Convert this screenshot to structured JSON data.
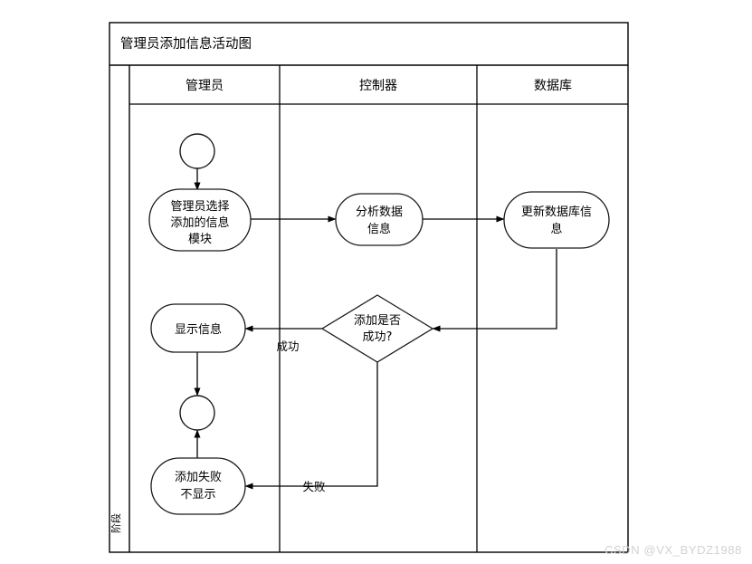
{
  "diagram": {
    "title": "管理员添加信息活动图",
    "phase_label": "阶段",
    "lanes": [
      {
        "id": "lane-admin",
        "label": "管理员"
      },
      {
        "id": "lane-controller",
        "label": "控制器"
      },
      {
        "id": "lane-database",
        "label": "数据库"
      }
    ],
    "nodes": [
      {
        "id": "start-node",
        "type": "start-circle",
        "label": ""
      },
      {
        "id": "activity-select-module",
        "type": "activity",
        "label_line1": "管理员选择",
        "label_line2": "添加的信息",
        "label_line3": "模块"
      },
      {
        "id": "activity-analyze-data",
        "type": "activity",
        "label_line1": "分析数据",
        "label_line2": "信息"
      },
      {
        "id": "activity-update-db",
        "type": "activity",
        "label_line1": "更新数据库信",
        "label_line2": "息"
      },
      {
        "id": "decision-add-success",
        "type": "decision",
        "label_line1": "添加是否",
        "label_line2": "成功?"
      },
      {
        "id": "activity-show-info",
        "type": "activity",
        "label_line1": "显示信息"
      },
      {
        "id": "end-node",
        "type": "end-circle",
        "label": ""
      },
      {
        "id": "activity-add-failed",
        "type": "activity",
        "label_line1": "添加失败",
        "label_line2": "不显示"
      }
    ],
    "edge_labels": [
      {
        "id": "edge-label-success",
        "label": "成功"
      },
      {
        "id": "edge-label-failure",
        "label": "失败"
      }
    ]
  },
  "watermark": {
    "text": "CSDN @VX_BYDZ1988"
  }
}
